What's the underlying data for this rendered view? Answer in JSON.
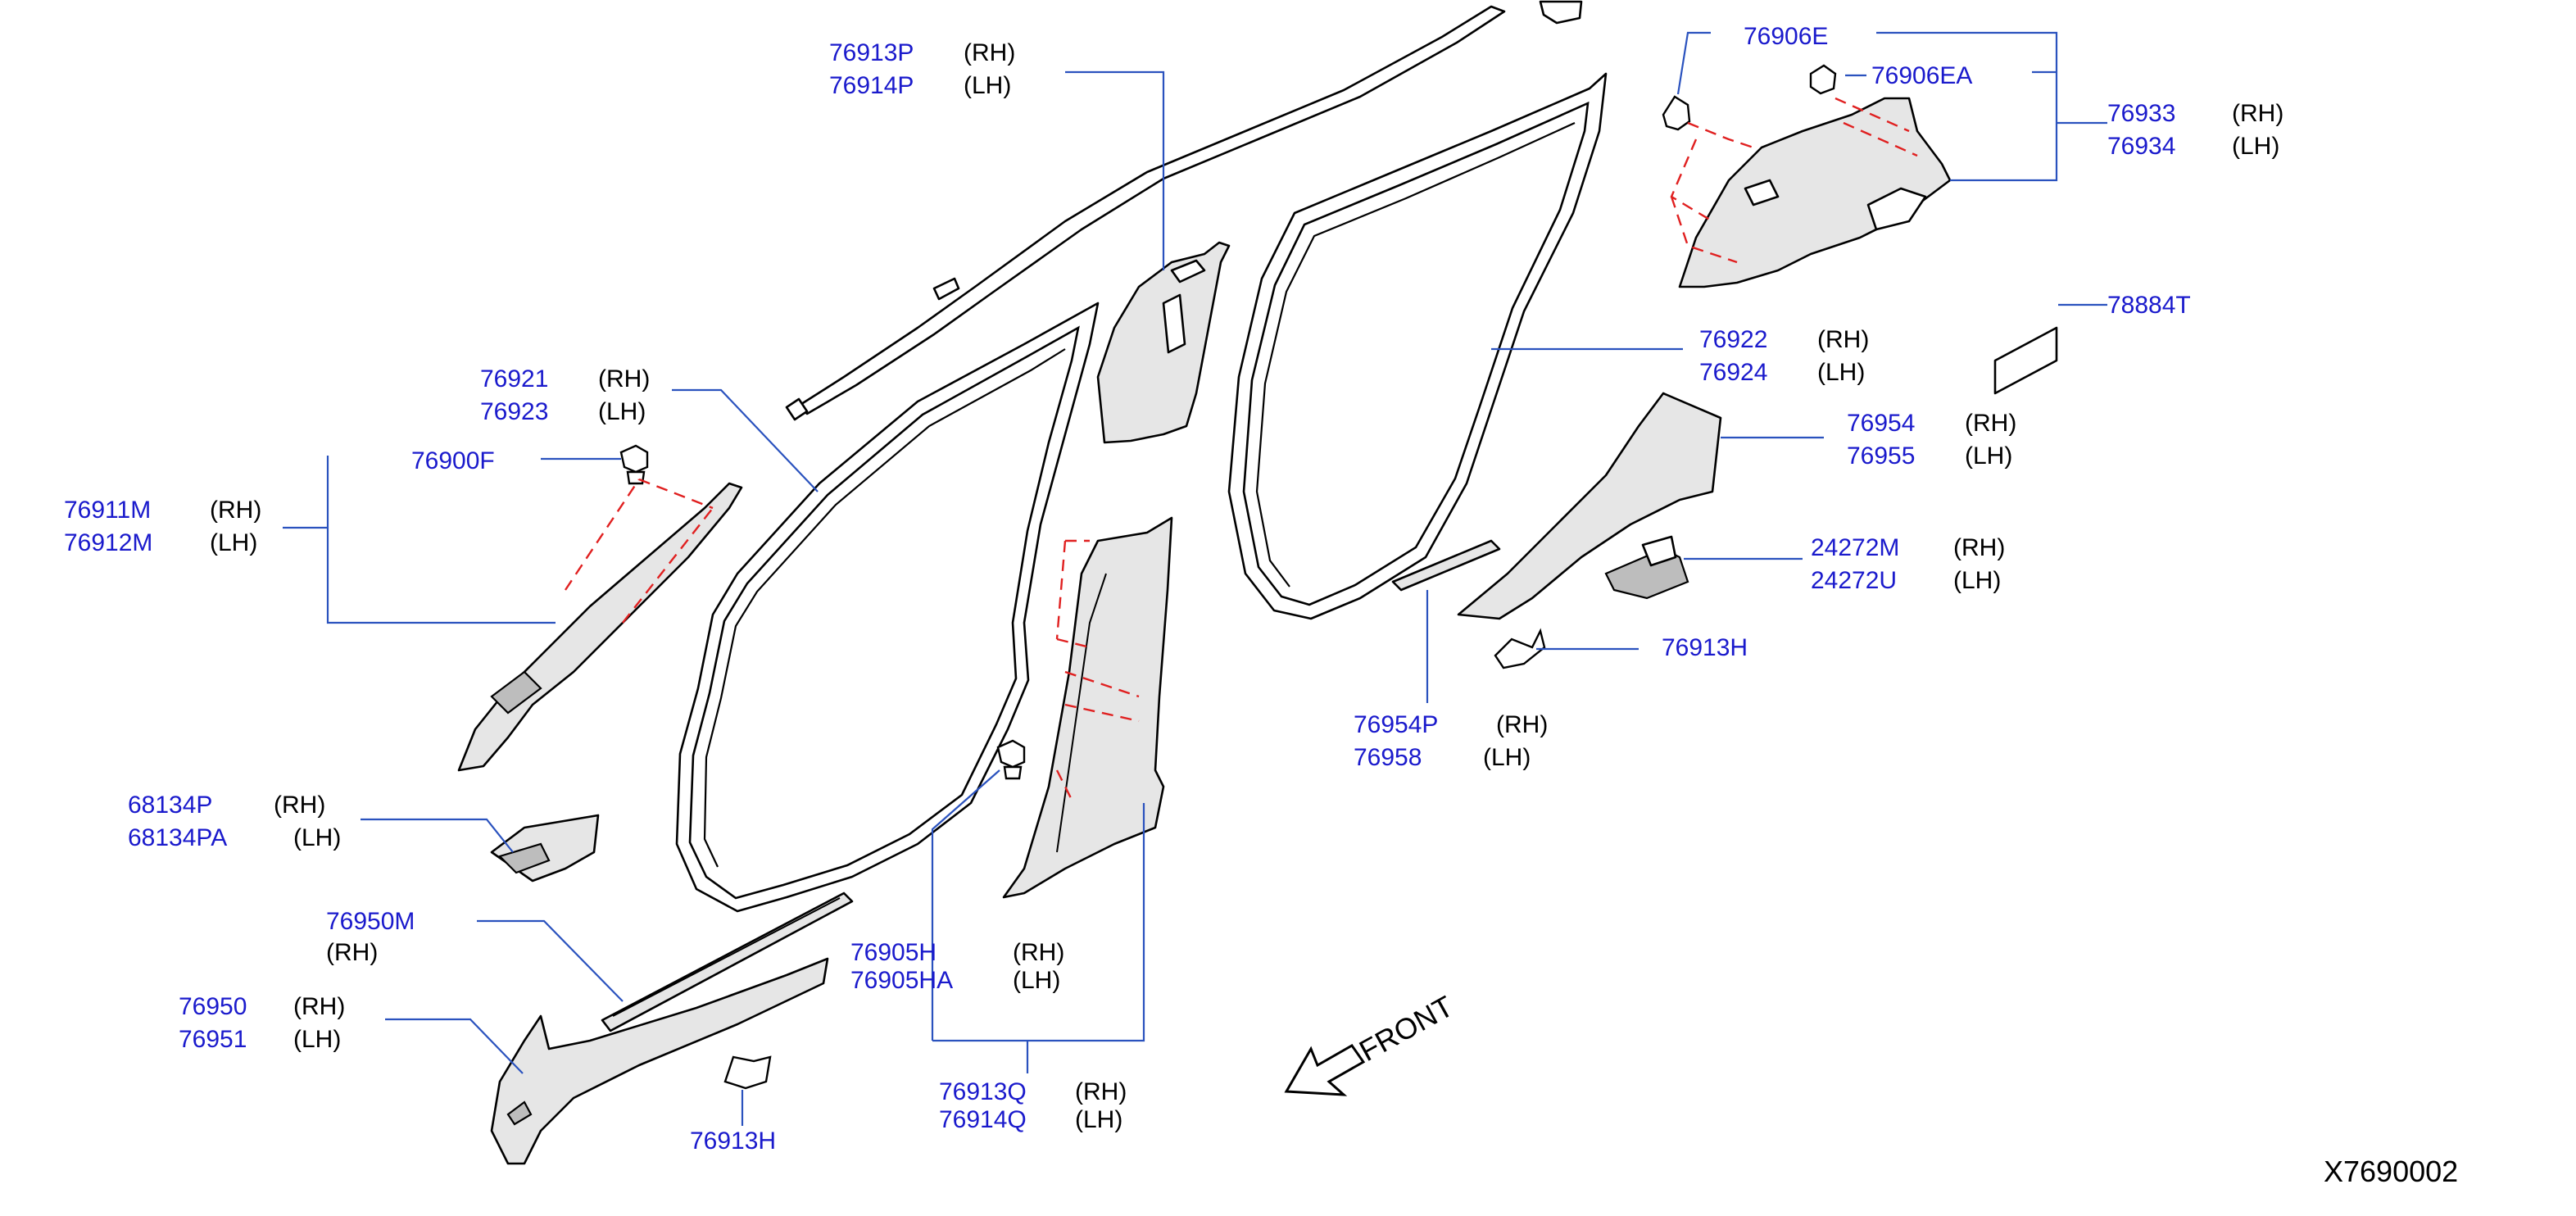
{
  "diagram": {
    "reference_code": "X7690002",
    "front_label": "FRONT",
    "labels": [
      {
        "id": "l1a",
        "part": "76913P",
        "side": "(RH)"
      },
      {
        "id": "l1b",
        "part": "76914P",
        "side": "(LH)"
      },
      {
        "id": "l2",
        "part": "76906E",
        "side": ""
      },
      {
        "id": "l3",
        "part": "76906EA",
        "side": ""
      },
      {
        "id": "l4a",
        "part": "76933",
        "side": "(RH)"
      },
      {
        "id": "l4b",
        "part": "76934",
        "side": "(LH)"
      },
      {
        "id": "l5",
        "part": "78884T",
        "side": ""
      },
      {
        "id": "l6a",
        "part": "76922",
        "side": "(RH)"
      },
      {
        "id": "l6b",
        "part": "76924",
        "side": "(LH)"
      },
      {
        "id": "l7a",
        "part": "76954",
        "side": "(RH)"
      },
      {
        "id": "l7b",
        "part": "76955",
        "side": "(LH)"
      },
      {
        "id": "l8a",
        "part": "24272M",
        "side": "(RH)"
      },
      {
        "id": "l8b",
        "part": "24272U",
        "side": "(LH)"
      },
      {
        "id": "l9",
        "part": "76913H",
        "side": ""
      },
      {
        "id": "l10a",
        "part": "76954P",
        "side": "(RH)"
      },
      {
        "id": "l10b",
        "part": "76958",
        "side": "(LH)"
      },
      {
        "id": "l11a",
        "part": "76921",
        "side": "(RH)"
      },
      {
        "id": "l11b",
        "part": "76923",
        "side": "(LH)"
      },
      {
        "id": "l12",
        "part": "76900F",
        "side": ""
      },
      {
        "id": "l13a",
        "part": "76911M",
        "side": "(RH)"
      },
      {
        "id": "l13b",
        "part": "76912M",
        "side": "(LH)"
      },
      {
        "id": "l14a",
        "part": "68134P",
        "side": "(RH)"
      },
      {
        "id": "l14b",
        "part": "68134PA",
        "side": "(LH)"
      },
      {
        "id": "l15a",
        "part": "76950M",
        "side": ""
      },
      {
        "id": "l15b",
        "part": "",
        "side": "(RH)"
      },
      {
        "id": "l16a",
        "part": "76950",
        "side": "(RH)"
      },
      {
        "id": "l16b",
        "part": "76951",
        "side": "(LH)"
      },
      {
        "id": "l17",
        "part": "76913H",
        "side": ""
      },
      {
        "id": "l18a",
        "part": "76905H",
        "side": "(RH)"
      },
      {
        "id": "l18b",
        "part": "76905HA",
        "side": "(LH)"
      },
      {
        "id": "l19a",
        "part": "76913Q",
        "side": "(RH)"
      },
      {
        "id": "l19b",
        "part": "76914Q",
        "side": "(LH)"
      }
    ]
  }
}
